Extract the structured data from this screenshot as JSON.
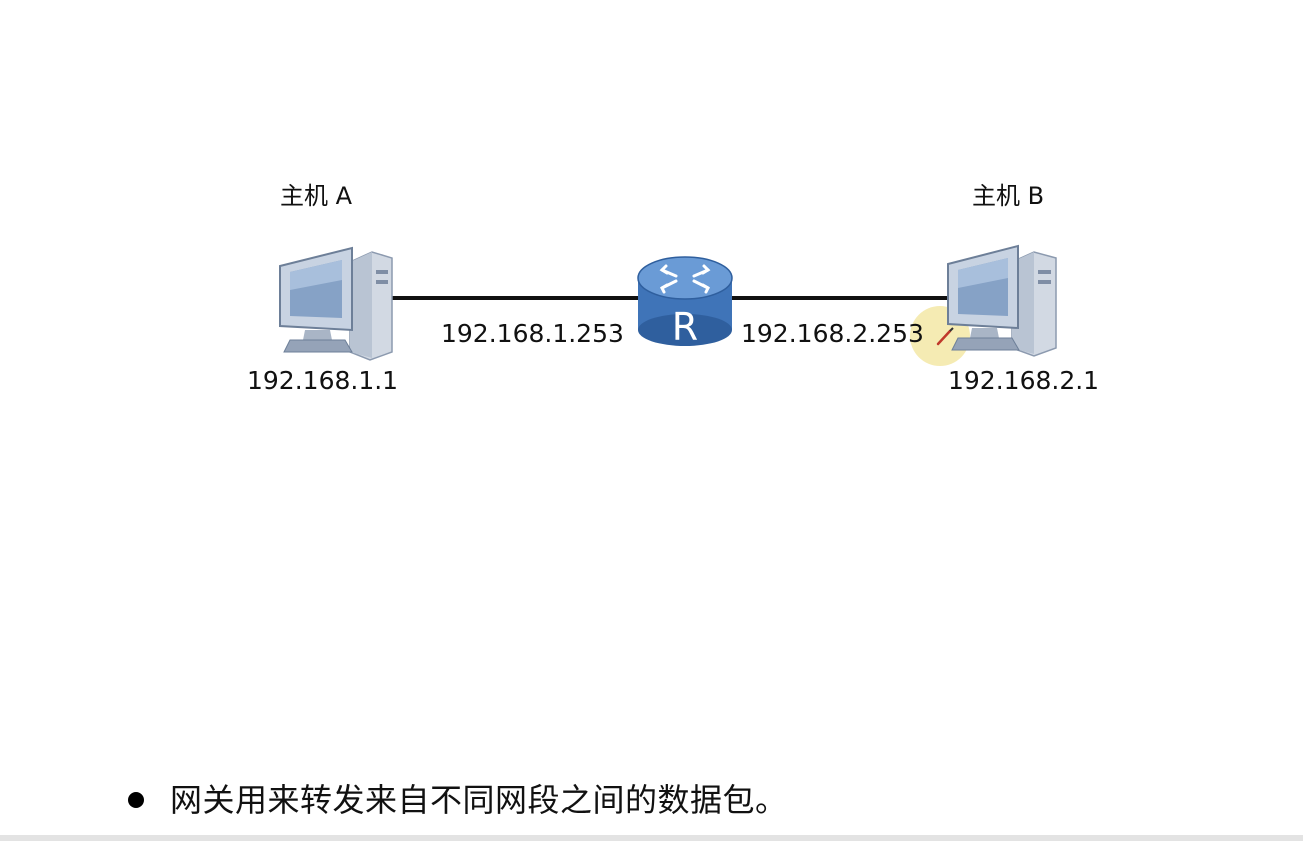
{
  "diagram": {
    "host_a": {
      "name": "主机 A",
      "ip": "192.168.1.1"
    },
    "host_b": {
      "name": "主机 B",
      "ip": "192.168.2.1"
    },
    "router": {
      "letter": "R",
      "left_ip": "192.168.1.253",
      "right_ip": "192.168.2.253"
    }
  },
  "bullet": {
    "text": "网关用来转发来自不同网段之间的数据包。"
  },
  "colors": {
    "link": "#111111",
    "router_body": "#3f74b8",
    "router_top": "#6a9bd6",
    "monitor_frame": "#c8d3e2",
    "screen": "#86a2c6",
    "tower": "#d2d9e3",
    "pointer_highlight": "#f3e7a6"
  }
}
